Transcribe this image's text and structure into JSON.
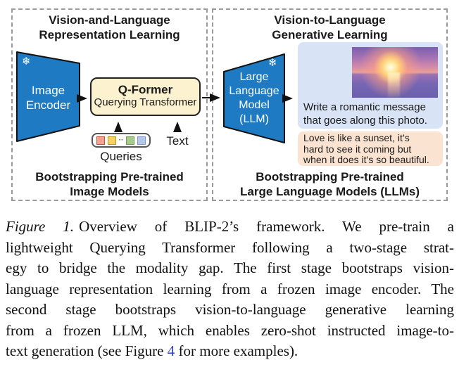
{
  "colors": {
    "accent_blue": "#1e7ac2",
    "qformer_fill": "#fdf2cf",
    "prompt_bg": "#d9e3f6",
    "response_bg": "#fbe3d2",
    "link_blue": "#3240c8",
    "query_fills": [
      "#f2a28e",
      "#f7d162",
      "#a6cb8d",
      "#b3c7e9"
    ],
    "query_borders": [
      "#c0563e",
      "#bf9426",
      "#6f9e52",
      "#7d9bd0"
    ]
  },
  "diagram": {
    "snowflake": "❄",
    "left_panel": {
      "title_line1": "Vision-and-Language",
      "title_line2": "Representation Learning",
      "encoder_line1": "Image",
      "encoder_line2": "Encoder",
      "qformer_title": "Q-Former",
      "qformer_subtitle": "Querying Transformer",
      "queries_dots": "··",
      "queries_label": "Queries",
      "text_label": "Text",
      "footer_line1": "Bootstrapping Pre-trained",
      "footer_line2": "Image Models"
    },
    "right_panel": {
      "title_line1": "Vision-to-Language",
      "title_line2": "Generative Learning",
      "llm_line1": "Large",
      "llm_line2": "Language",
      "llm_line3": "Model",
      "llm_line4": "(LLM)",
      "prompt_line1": "Write a romantic message",
      "prompt_line2": "that goes along this photo.",
      "response_line1": "Love is like a sunset, it’s",
      "response_line2": "hard to see it coming but",
      "response_line3": "when it does it’s so beautiful.",
      "footer_line1": "Bootstrapping Pre-trained",
      "footer_line2": "Large Language Models (LLMs)"
    }
  },
  "caption": {
    "label": "Figure 1.",
    "line1_rest": "Overview of BLIP-2’s framework. We pre-train a",
    "lines": [
      "lightweight Querying Transformer following a two-stage strat-",
      "egy to bridge the modality gap. The first stage bootstraps vision-",
      "language representation learning from a frozen image encoder. The",
      "second stage bootstraps vision-to-language generative learning",
      "from a frozen LLM, which enables zero-shot instructed image-to-"
    ],
    "line7_pre": "text generation (see Figure",
    "line7_link": "4",
    "line7_post": "for more examples)."
  }
}
